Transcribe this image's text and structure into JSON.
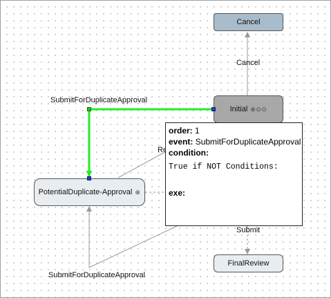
{
  "states": {
    "cancel": {
      "label": "Cancel"
    },
    "initial": {
      "label": "Initial",
      "glyphs": "⊗⊙⊙"
    },
    "potential": {
      "label": "PotentialDuplicate-Approval",
      "glyphs": "⊗"
    },
    "final": {
      "label": "FinalReview"
    }
  },
  "transitions": {
    "cancel": "Cancel",
    "submit_dup_top": "SubmitForDuplicateApproval",
    "submit_dup_bottom": "SubmitForDuplicateApproval",
    "submit": "Submit",
    "re_partial": "Re"
  },
  "popup": {
    "order_label": "order:",
    "order_value": "1",
    "event_label": "event:",
    "event_value": "SubmitForDuplicateApproval",
    "condition_label": "condition:",
    "condition_value": "True if NOT Conditions:",
    "exe_label": "exe:"
  },
  "colors": {
    "cancel_fill": "#a9bccb",
    "initial_fill": "#a8a8a8",
    "state_fill": "#e8edf1",
    "highlight_edge": "#22ee22",
    "edge": "#9a9a9a",
    "handle_blue": "#2a3ad0",
    "handle_green": "#22cc22"
  }
}
